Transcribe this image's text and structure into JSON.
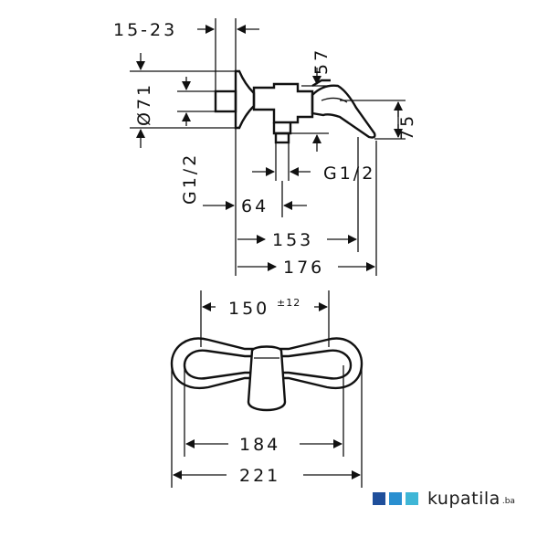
{
  "side_view": {
    "offset": "15-23",
    "diameter": "Ø71",
    "thread_left": "G1/2",
    "thread_right": "G1/2",
    "height_lever": "57",
    "height_spout": "75",
    "dist_64": "64",
    "dist_153": "153",
    "dist_176": "176"
  },
  "front_view": {
    "centers": "150",
    "tolerance": "±12",
    "width_inner": "184",
    "width_outer": "221"
  },
  "brand": {
    "name": "kupatila",
    "tld": ".ba",
    "colors": [
      "#1f4f9b",
      "#2a8fd0",
      "#3fb6d6"
    ]
  }
}
